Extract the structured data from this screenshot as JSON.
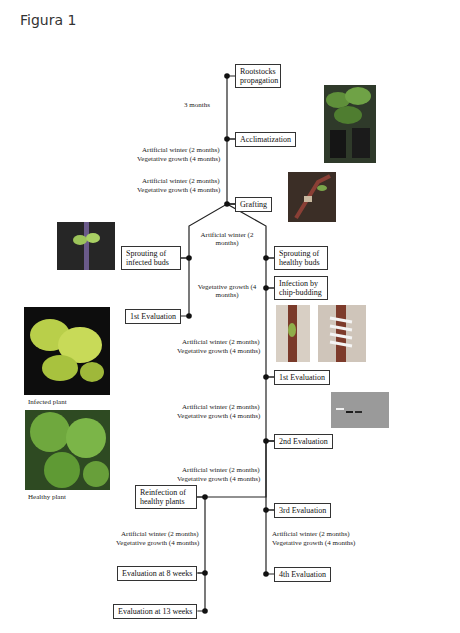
{
  "diagram": {
    "title": "Figura 1",
    "nodes": [
      {
        "text": [
          "Rootstocks propagation"
        ]
      },
      {
        "text": [
          "Acclimatization"
        ]
      },
      {
        "text": [
          "Grafting"
        ]
      },
      {
        "text": [
          "Sprouting of infected buds"
        ]
      },
      {
        "text": [
          "Sprouting of healthy buds"
        ]
      },
      {
        "text": [
          "1st Evaluation"
        ]
      },
      {
        "text": [
          "Infection by chip-budding"
        ]
      },
      {
        "text": [
          "1st Evaluation"
        ]
      },
      {
        "text": [
          "2nd Evaluation"
        ]
      },
      {
        "text": [
          "Reinfection of healthy plants"
        ]
      },
      {
        "text": [
          "3rd Evaluation"
        ]
      },
      {
        "text": [
          "Evaluation at 8 weeks"
        ]
      },
      {
        "text": [
          "4th Evaluation"
        ]
      },
      {
        "text": [
          "Evaluation at 13 weeks"
        ]
      }
    ],
    "edges": [
      {
        "from": 0,
        "to": 1,
        "arrow": "none"
      },
      {
        "from": 1,
        "to": 2,
        "arrow": "none"
      },
      {
        "from": 2,
        "to": 3,
        "arrow": "none"
      },
      {
        "from": 2,
        "to": 4,
        "arrow": "none"
      },
      {
        "from": 3,
        "to": 5,
        "arrow": "none"
      },
      {
        "from": 4,
        "to": 6,
        "arrow": "none"
      },
      {
        "from": 6,
        "to": 7,
        "arrow": "none"
      },
      {
        "from": 7,
        "to": 8,
        "arrow": "none"
      },
      {
        "from": 8,
        "to": 10,
        "arrow": "none"
      },
      {
        "from": 8,
        "to": 9,
        "arrow": "none"
      },
      {
        "from": 9,
        "to": 11,
        "arrow": "none"
      },
      {
        "from": 10,
        "to": 12,
        "arrow": "none"
      },
      {
        "from": 11,
        "to": 13,
        "arrow": "none"
      }
    ],
    "labels": [
      "3 months",
      "Artificial winter (2 months)",
      "Vegetative growth (4 months)",
      "Artificial winter (2 months)",
      "Vegetative growth (4 months)",
      "Artificial winter (2 months)",
      "Vegetative growth (4 months)",
      "Infected plant",
      "Healthy plant",
      "Artificial winter (2 months)",
      "Vegetative growth (4 months)",
      "Artificial winter (2 months)",
      "Vegetative growth (4 months)",
      "Artificial winter (2 months)",
      "Vegetative growth (4 months)",
      "Artificial winter (2 months)",
      "Vegetative growth (4 months)",
      "Artificial winter (2 months)",
      "Vegetative growth (4 months)"
    ]
  }
}
